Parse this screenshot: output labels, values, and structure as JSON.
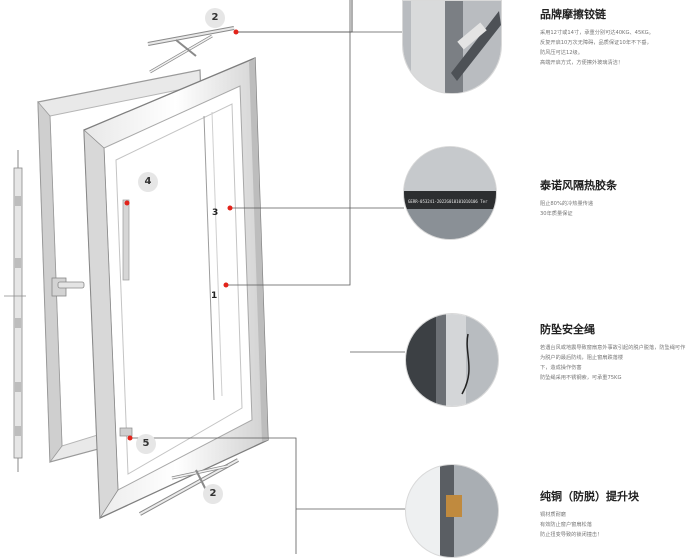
{
  "callouts": {
    "hinge_top": "2",
    "handle": "4",
    "frame_right": "3",
    "sash_right": "1",
    "bottom_block": "5",
    "hinge_bottom": "2"
  },
  "features": [
    {
      "title": "品牌摩擦铰链",
      "lines": [
        "采用12寸或14寸，承重分别可达40KG、45KG。",
        "反复开启10万次无障碍，品质保证10年不下垂，",
        "防风压可达12级。",
        "高端开启方式，方便擦外玻璃清洁！"
      ]
    },
    {
      "title": "泰诺风隔热胶条",
      "lines": [
        "阻止80%的冷热量传递",
        "30年质量保证"
      ]
    },
    {
      "title": "防坠安全绳",
      "lines": [
        "若遇台风或地震导致窗扇意外事故引起的脱户脱落，防坠绳可作为脱户的最后防线，阻止窗扇跌落楼",
        "下，造成操作伤害",
        "防坠绳采用不锈钢索，可承重75KG"
      ]
    },
    {
      "title": "纯铜（防脱）提升块",
      "lines": [
        "铜材质耐磨",
        "有效防止窗户窗扇松落",
        "防止扭变导致的锁闭撞击！"
      ]
    }
  ],
  "photo_texts": {
    "gasket_print": "GERR-053241-2022G010101010106 Ter"
  },
  "colors": {
    "accent": "#e2231a",
    "line": "#5a5a5a",
    "frame_light": "#f0f0f0",
    "frame_mid": "#c9c9c9"
  }
}
